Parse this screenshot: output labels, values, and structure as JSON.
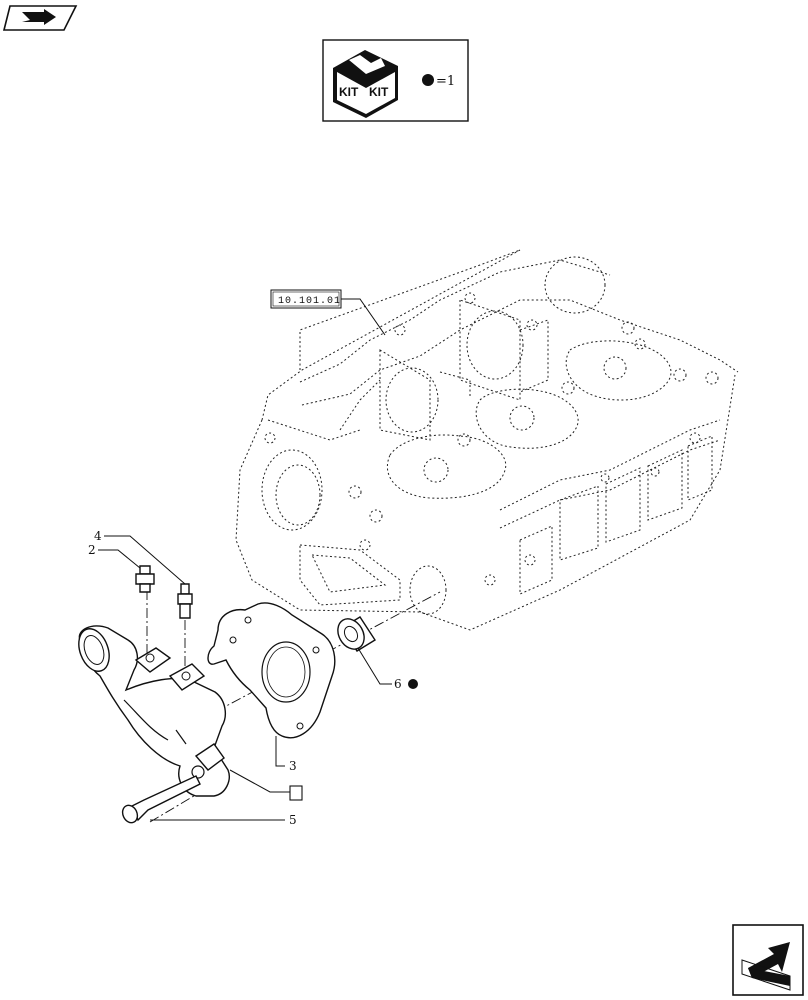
{
  "kit_legend": {
    "kit_text_left": "KIT",
    "kit_text_right": "KIT",
    "legend_text": "=1"
  },
  "reference_label": "10.101.01",
  "callouts": {
    "item_2": "2",
    "item_3": "3",
    "item_4": "4",
    "item_5": "5",
    "item_6": "6"
  },
  "icons": [
    "book-arrow-icon",
    "kit-box-icon",
    "kit-bullet-icon",
    "next-page-arrow-icon",
    "note-box-icon"
  ],
  "colors": {
    "ink": "#111111",
    "paper": "#ffffff"
  }
}
